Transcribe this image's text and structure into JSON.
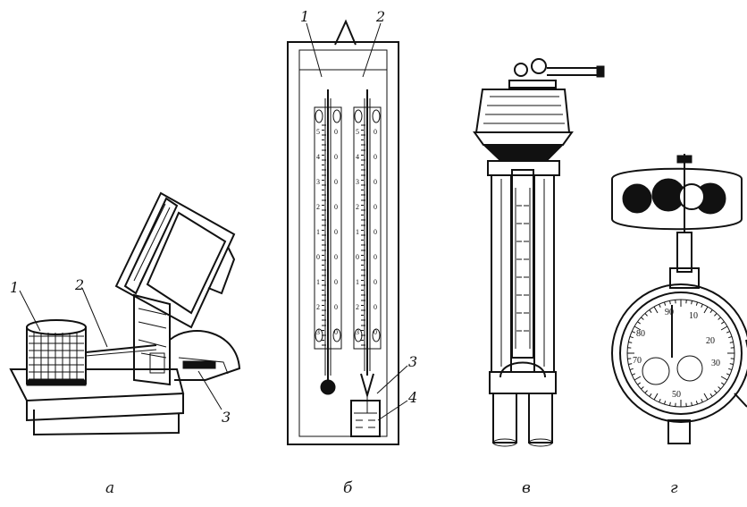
{
  "panels": [
    {
      "label": "а",
      "callouts": [
        "1",
        "2",
        "3"
      ]
    },
    {
      "label": "б",
      "callouts": [
        "1",
        "2",
        "3",
        "4"
      ]
    },
    {
      "label": "в",
      "callouts": []
    },
    {
      "label": "г",
      "callouts": []
    }
  ],
  "thermo_scale": [
    "5",
    "4",
    "3",
    "2",
    "1",
    "0",
    "1",
    "2",
    "3"
  ],
  "dial_outer": [
    "90",
    "80",
    "70",
    "10",
    "20",
    "30",
    "50"
  ]
}
